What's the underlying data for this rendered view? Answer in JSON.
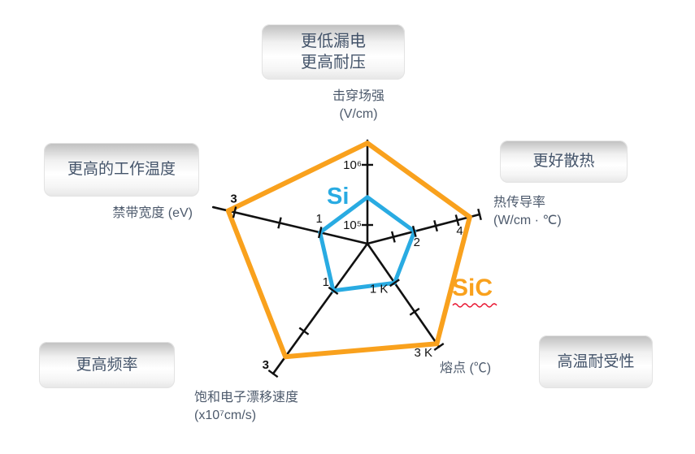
{
  "page": {
    "background": "#ffffff"
  },
  "series": {
    "si": {
      "label": "Si",
      "color": "#29ABE2"
    },
    "sic": {
      "label": "SiC",
      "color": "#F9A11D",
      "underline_color": "#E8112D"
    }
  },
  "boxes": {
    "top": {
      "line1": "更低漏电",
      "line2": "更高耐压"
    },
    "left": {
      "line1": "更高的工作温度"
    },
    "right": {
      "line1": "更好散热"
    },
    "bottom_left": {
      "line1": "更高频率"
    },
    "bottom_right": {
      "line1": "高温耐受性"
    }
  },
  "axis_titles": {
    "breakdown": {
      "line1": "击穿场强",
      "line2": "(V/cm)"
    },
    "thermal": {
      "line1": "热传导率",
      "line2": "(W/cm · ℃)"
    },
    "bandgap": {
      "line1": "禁带宽度 (eV)"
    },
    "melting": {
      "line1": "熔点 (℃)"
    },
    "drift": {
      "line1": "饱和电子漂移速度",
      "line2": "(x10⁷cm/s)"
    }
  },
  "chart_data": {
    "type": "radar",
    "series": [
      "Si",
      "SiC"
    ],
    "legend_position": "inline-on-chart",
    "grid": "axes-with-ticks-only",
    "axes": [
      {
        "id": "breakdown",
        "title": "击穿场强",
        "unit": "V/cm",
        "scale": "log",
        "ticks": [
          {
            "frac": 0.181,
            "label": "10⁵"
          },
          {
            "frac": 0.764,
            "label": "10⁶"
          }
        ],
        "si": {
          "frac": 0.45,
          "value_est": "3×10⁵"
        },
        "sic": {
          "frac": 0.975,
          "value_est": "≈3×10⁶"
        }
      },
      {
        "id": "thermal",
        "title": "热传导率",
        "unit": "W/cm·℃",
        "scale": "linear",
        "ticks": [
          {
            "frac": 0.231
          },
          {
            "frac": 0.419,
            "label": "2"
          },
          {
            "frac": 0.609
          },
          {
            "frac": 0.801,
            "label": "4"
          },
          {
            "frac": 1.0
          }
        ],
        "si": {
          "frac": 0.419,
          "value_est": "2"
        },
        "sic": {
          "frac": 0.912,
          "value_est": "≈4.6"
        }
      },
      {
        "id": "melting",
        "title": "熔点",
        "unit": "℃",
        "scale": "linear",
        "ticks": [
          {
            "frac": 0.38,
            "label": "1 K"
          },
          {
            "frac": 0.66
          },
          {
            "frac": 1.0,
            "label": "3 K"
          }
        ],
        "si": {
          "frac": 0.38,
          "value_est": "1 K"
        },
        "sic": {
          "frac": 0.97,
          "value_est": "≈3 K"
        }
      },
      {
        "id": "drift",
        "title": "饱和电子漂移速度",
        "unit": "x10⁷cm/s",
        "scale": "linear",
        "ticks": [
          {
            "frac": 0.362,
            "label": "1"
          },
          {
            "frac": 0.673
          },
          {
            "frac": 1.0,
            "label": "3",
            "bold": true
          }
        ],
        "si": {
          "frac": 0.362,
          "value_est": "1"
        },
        "sic": {
          "frac": 0.87,
          "value_est": "≈2.6"
        }
      },
      {
        "id": "bandgap",
        "title": "禁带宽度",
        "unit": "eV",
        "scale": "linear",
        "ticks": [
          {
            "frac": 0.307,
            "label": "1"
          },
          {
            "frac": 0.569
          },
          {
            "frac": 0.861,
            "label": "3",
            "bold": true
          }
        ],
        "si": {
          "frac": 0.307,
          "value_est": "1"
        },
        "sic": {
          "frac": 0.902,
          "value_est": "≈3.2"
        }
      }
    ]
  }
}
